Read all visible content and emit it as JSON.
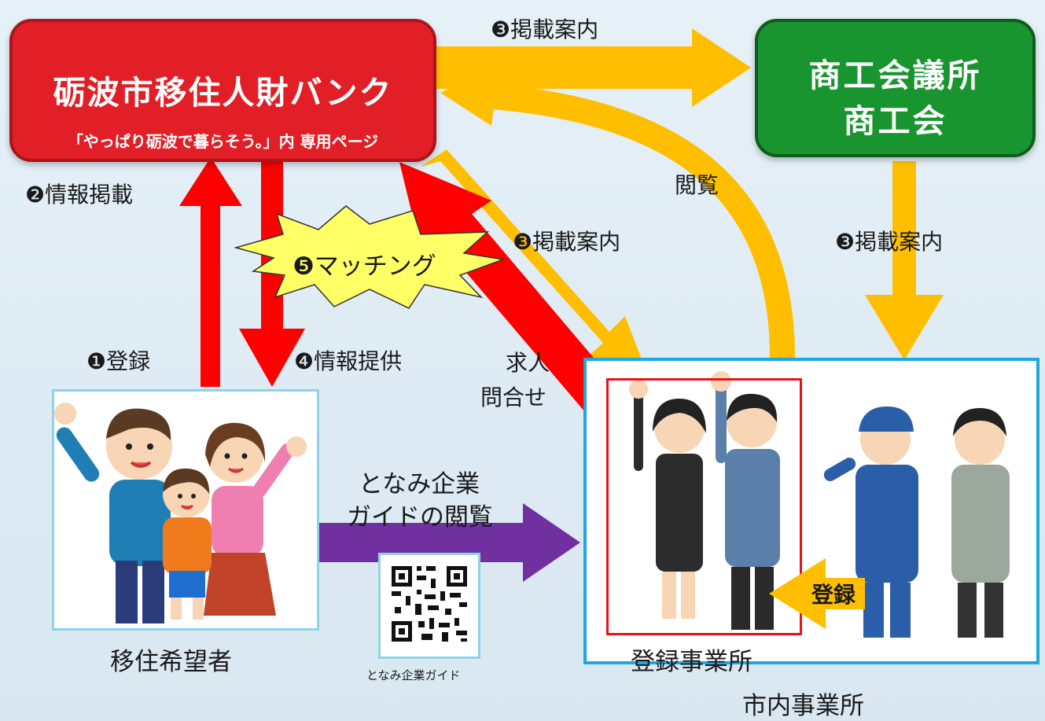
{
  "bank": {
    "title": "砺波市移住人財バンク",
    "subtitle": "「やっぱり砺波で暮らそう。」内 専用ページ"
  },
  "chamber": {
    "line1": "商工会議所",
    "line2": "商工会"
  },
  "labels": {
    "publish_notice_top": "❸掲載案内",
    "info_posting": "❷情報掲載",
    "view": "閲覧",
    "publish_notice_mid": "❸掲載案内",
    "publish_notice_right": "❸掲載案内",
    "matching": "❺マッチング",
    "register": "❶登録",
    "info_provision": "❹情報提供",
    "job_inquiry_1": "求人",
    "job_inquiry_2": "問合せ",
    "guide_view_1": "となみ企業",
    "guide_view_2": "ガイドの閲覧",
    "applicants": "移住希望者",
    "qr_caption": "となみ企業ガイド",
    "registered_biz": "登録事業所",
    "city_biz": "市内事業所",
    "register_small": "登録"
  },
  "colors": {
    "red_arrow": "#ff0000",
    "orange_arrow": "#ffbf00",
    "purple_arrow": "#7030a0",
    "bank_fill": "#e21f26",
    "chamber_fill": "#18952f",
    "burst_fill": "#ffff66",
    "panel_border": "#1ea7e0"
  },
  "icons": {
    "family": "family-illustration",
    "workers": "workers-illustration",
    "qr": "qr-code-icon"
  }
}
